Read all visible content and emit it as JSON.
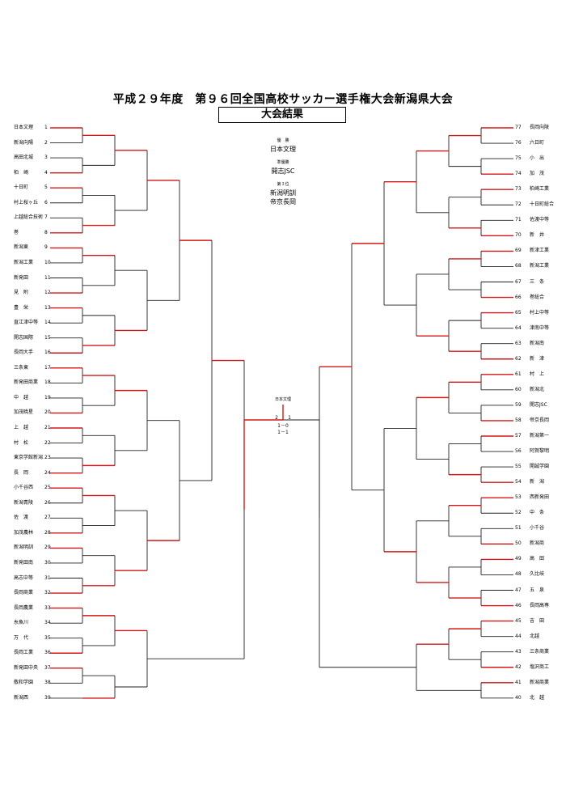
{
  "header": {
    "title": "平成２９年度　第９６回全国高校サッカー選手権大会新潟県大会",
    "subtitle": "大会結果"
  },
  "results": {
    "champion_label": "優　勝",
    "champion": "日本文理",
    "runner_up_label": "準優勝",
    "runner_up": "開志JSC",
    "third_label": "第３位",
    "third_1": "新潟明訓",
    "third_2": "帝京長岡"
  },
  "final": {
    "winner_label": "日本文理",
    "left_goals": "2",
    "right_goals": "1",
    "score_line_1": "1－0",
    "score_line_2": "1－1"
  },
  "left_teams": [
    {
      "no": "1",
      "name": "日本文理"
    },
    {
      "no": "2",
      "name": "新潟向陽"
    },
    {
      "no": "3",
      "name": "高田北城"
    },
    {
      "no": "4",
      "name": "柏　崎"
    },
    {
      "no": "5",
      "name": "十日町"
    },
    {
      "no": "6",
      "name": "村上桜ヶ丘"
    },
    {
      "no": "7",
      "name": "上越総合技術"
    },
    {
      "no": "8",
      "name": "巻"
    },
    {
      "no": "9",
      "name": "新潟東"
    },
    {
      "no": "10",
      "name": "新潟工業"
    },
    {
      "no": "11",
      "name": "新発田"
    },
    {
      "no": "12",
      "name": "見　附"
    },
    {
      "no": "13",
      "name": "豊　栄"
    },
    {
      "no": "14",
      "name": "直江津中等"
    },
    {
      "no": "15",
      "name": "開志国際"
    },
    {
      "no": "16",
      "name": "長岡大手"
    },
    {
      "no": "17",
      "name": "三条東"
    },
    {
      "no": "18",
      "name": "新発田商業"
    },
    {
      "no": "19",
      "name": "中　越"
    },
    {
      "no": "20",
      "name": "加茂暁星"
    },
    {
      "no": "21",
      "name": "上　越"
    },
    {
      "no": "22",
      "name": "村　松"
    },
    {
      "no": "23",
      "name": "東京学館新潟"
    },
    {
      "no": "24",
      "name": "長　岡"
    },
    {
      "no": "25",
      "name": "小千谷西"
    },
    {
      "no": "26",
      "name": "新潟青陵"
    },
    {
      "no": "27",
      "name": "佐　渡"
    },
    {
      "no": "28",
      "name": "加茂農林"
    },
    {
      "no": "29",
      "name": "新潟明訓"
    },
    {
      "no": "30",
      "name": "新発田南"
    },
    {
      "no": "31",
      "name": "高志中等"
    },
    {
      "no": "32",
      "name": "長岡商業"
    },
    {
      "no": "33",
      "name": "長岡農業"
    },
    {
      "no": "34",
      "name": "糸魚川"
    },
    {
      "no": "35",
      "name": "万　代"
    },
    {
      "no": "36",
      "name": "長岡工業"
    },
    {
      "no": "37",
      "name": "新発田中央"
    },
    {
      "no": "38",
      "name": "敬和学園"
    },
    {
      "no": "39",
      "name": "新潟西"
    }
  ],
  "right_teams": [
    {
      "no": "77",
      "name": "長岡向陵"
    },
    {
      "no": "76",
      "name": "六日町"
    },
    {
      "no": "75",
      "name": "小　出"
    },
    {
      "no": "74",
      "name": "加　茂"
    },
    {
      "no": "73",
      "name": "柏崎工業"
    },
    {
      "no": "72",
      "name": "十日町総合"
    },
    {
      "no": "71",
      "name": "佐渡中等"
    },
    {
      "no": "70",
      "name": "新　井"
    },
    {
      "no": "69",
      "name": "新津工業"
    },
    {
      "no": "68",
      "name": "新潟工業"
    },
    {
      "no": "67",
      "name": "三　条"
    },
    {
      "no": "66",
      "name": "巻総合"
    },
    {
      "no": "65",
      "name": "村上中等"
    },
    {
      "no": "64",
      "name": "津南中等"
    },
    {
      "no": "63",
      "name": "新潟南"
    },
    {
      "no": "62",
      "name": "新　津"
    },
    {
      "no": "61",
      "name": "村　上"
    },
    {
      "no": "60",
      "name": "新潟北"
    },
    {
      "no": "59",
      "name": "開志JSC"
    },
    {
      "no": "58",
      "name": "帝京長岡"
    },
    {
      "no": "57",
      "name": "新潟第一"
    },
    {
      "no": "56",
      "name": "阿賀黎明"
    },
    {
      "no": "55",
      "name": "開誠学園"
    },
    {
      "no": "54",
      "name": "新　潟"
    },
    {
      "no": "53",
      "name": "西新発田"
    },
    {
      "no": "52",
      "name": "中　条"
    },
    {
      "no": "51",
      "name": "小千谷"
    },
    {
      "no": "50",
      "name": "新潟商"
    },
    {
      "no": "49",
      "name": "高　田"
    },
    {
      "no": "48",
      "name": "久比岐"
    },
    {
      "no": "47",
      "name": "五　泉"
    },
    {
      "no": "46",
      "name": "長岡高専"
    },
    {
      "no": "45",
      "name": "吉　田"
    },
    {
      "no": "44",
      "name": "北越"
    },
    {
      "no": "43",
      "name": "三条商業"
    },
    {
      "no": "42",
      "name": "塩沢商工"
    },
    {
      "no": "41",
      "name": "新潟商業"
    },
    {
      "no": "40",
      "name": "北　越"
    }
  ]
}
